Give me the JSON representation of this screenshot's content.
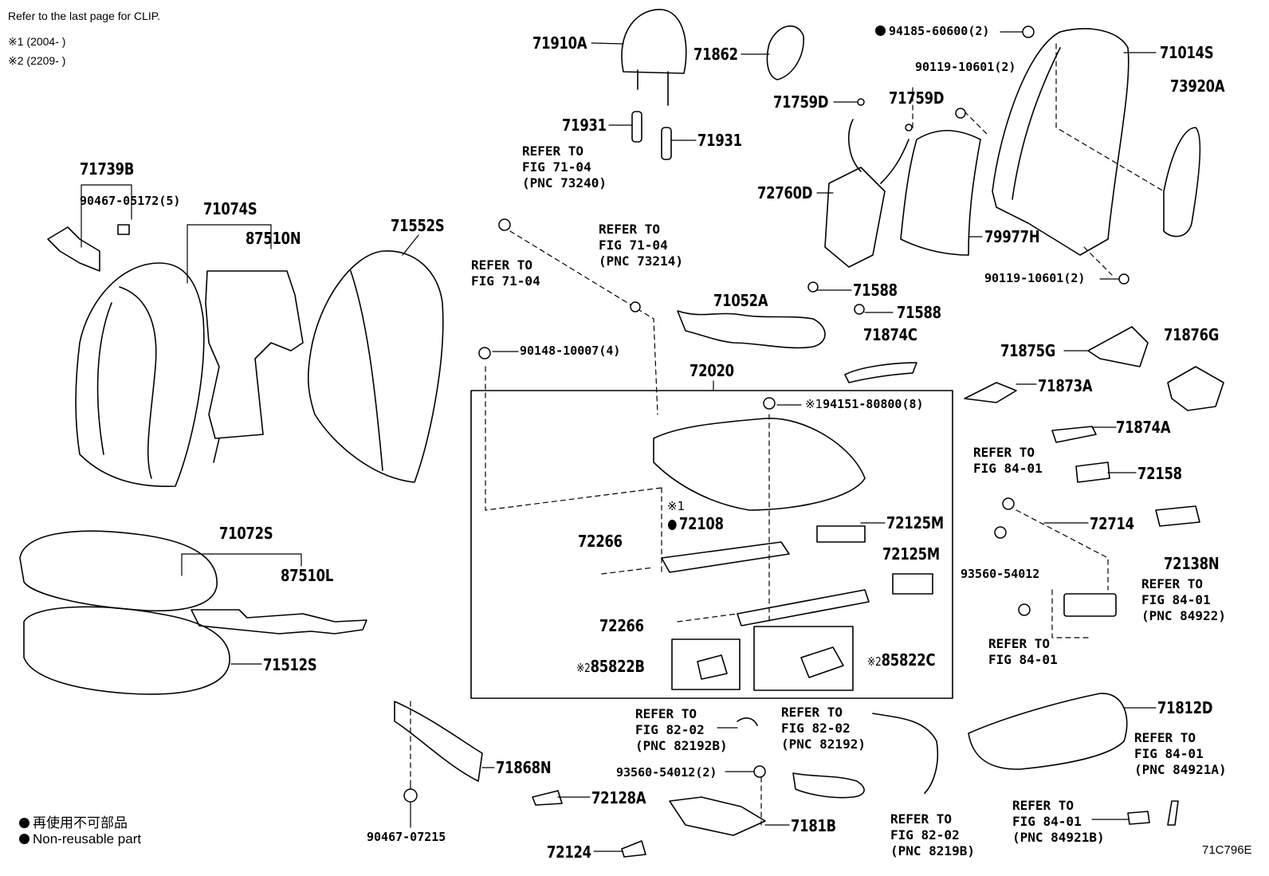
{
  "header": {
    "clip_note": "Refer to the last page for CLIP.",
    "note1": "※1 (2004-      )",
    "note2": "※2 (2209-      )"
  },
  "parts": {
    "p71910A": "71910A",
    "p71862": "71862",
    "p71931a": "71931",
    "p71931b": "71931",
    "p94185": "94185-60600(2)",
    "p90119a": "90119-10601(2)",
    "p71014S": "71014S",
    "p73920A": "73920A",
    "p71759Da": "71759D",
    "p71759Db": "71759D",
    "p72760D": "72760D",
    "p79977H": "79977H",
    "p90119b": "90119-10601(2)",
    "p71588a": "71588",
    "p71588b": "71588",
    "p71874C": "71874C",
    "p71052A": "71052A",
    "p71739B": "71739B",
    "p90467a": "90467-05172(5)",
    "p71074S": "71074S",
    "p87510N": "87510N",
    "p71552S": "71552S",
    "p90148": "90148-10007(4)",
    "p72020": "72020",
    "p94151": "94151-80800(8)",
    "p72108": "72108",
    "p72125Ma": "72125M",
    "p72125Mb": "72125M",
    "p72266a": "72266",
    "p72266b": "72266",
    "p85822B": "85822B",
    "p85822C": "85822C",
    "p71875G": "71875G",
    "p71876G": "71876G",
    "p71873A": "71873A",
    "p71874A": "71874A",
    "p72158": "72158",
    "p72714": "72714",
    "p93560a": "93560-54012",
    "p72138N": "72138N",
    "p71072S": "71072S",
    "p87510L": "87510L",
    "p71512S": "71512S",
    "p71868N": "71868N",
    "p90467b": "90467-07215",
    "p93560b": "93560-54012(2)",
    "p72128A": "72128A",
    "p7181B": "7181B",
    "p72124": "72124",
    "p71812D": "71812D"
  },
  "marks": {
    "m1": "※1",
    "m1b": "※1",
    "m2a": "※2",
    "m2b": "※2"
  },
  "refs": {
    "r_fig7104_73240": "REFER TO\nFIG 71-04\n(PNC 73240)",
    "r_fig7104": "REFER TO\nFIG 71-04",
    "r_fig7104_73214": "REFER TO\nFIG 71-04\n(PNC 73214)",
    "r_fig8401_a": "REFER TO\nFIG 84-01",
    "r_fig8401_84922": "REFER TO\nFIG 84-01\n(PNC 84922)",
    "r_fig8401_b": "REFER TO\nFIG 84-01",
    "r_fig8202_82192B": "REFER TO\nFIG 82-02\n(PNC 82192B)",
    "r_fig8202_82192": "REFER TO\nFIG 82-02\n(PNC 82192)",
    "r_fig8202_8219B": "REFER TO\nFIG 82-02\n(PNC 8219B)",
    "r_fig8401_84921A": "REFER TO\nFIG 84-01\n(PNC 84921A)",
    "r_fig8401_84921B": "REFER TO\nFIG 84-01\n(PNC 84921B)"
  },
  "legend": {
    "jp": "再使用不可部品",
    "en": "Non-reusable part"
  },
  "figure_code": "71C796E"
}
